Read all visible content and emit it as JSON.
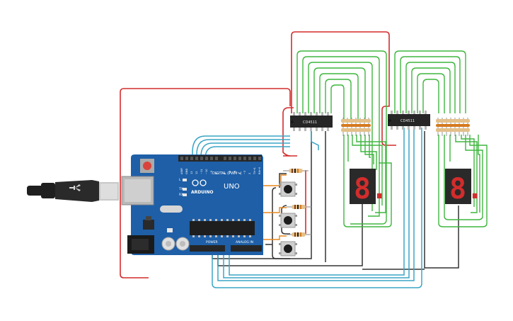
{
  "board": {
    "brand": "ARDUINO",
    "model": "UNO",
    "digital_header": "DIGITAL (PWM~)",
    "power_header": "POWER",
    "analog_header": "ANALOG IN",
    "pin_labels": [
      "AREF",
      "GND",
      "13",
      "12",
      "~11",
      "~10",
      "~9",
      "8",
      "7",
      "~6",
      "~5",
      "4",
      "~3",
      "2",
      "TX→1",
      "RX←0"
    ],
    "led_labels": [
      "L",
      "TX",
      "RX"
    ]
  },
  "decoders": [
    {
      "label": "CD4511"
    },
    {
      "label": "CD4511"
    }
  ],
  "displays": [
    {
      "digit": "8."
    },
    {
      "digit": "8."
    }
  ],
  "wire_colors": {
    "power": "#d32c2c",
    "ground": "#333333",
    "signal": "#3aa5c6",
    "segment": "#3fb63f",
    "button": "#e8851b"
  }
}
